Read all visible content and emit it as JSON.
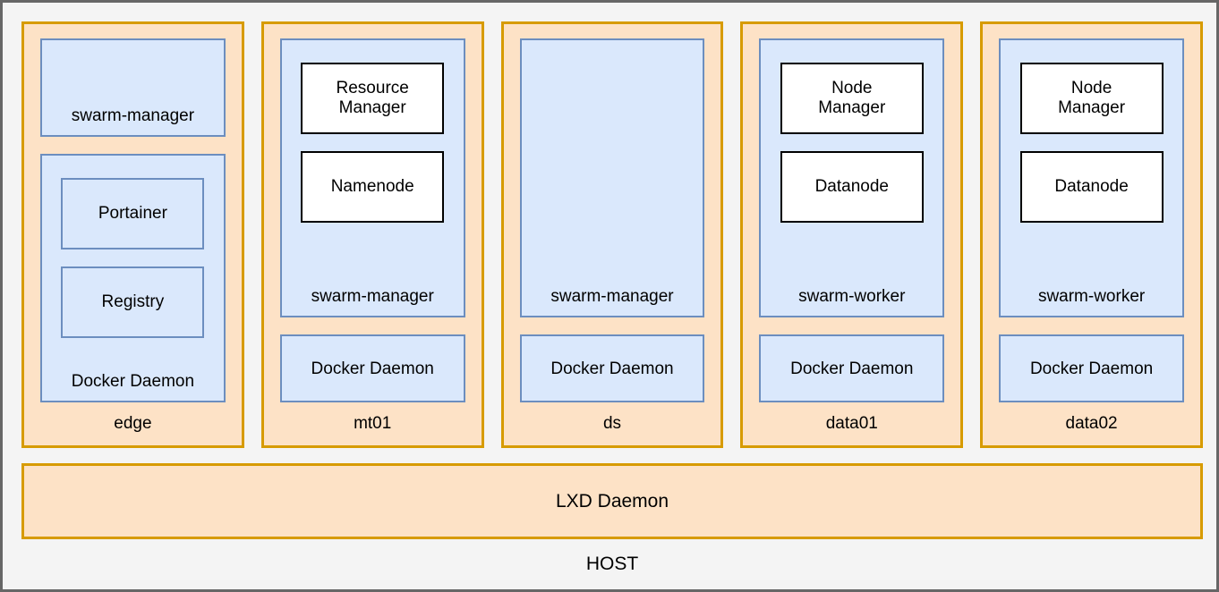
{
  "diagram": {
    "type": "architecture-layers",
    "host_label": "HOST",
    "lxd_daemon_label": "LXD Daemon",
    "colors": {
      "container_border": "#d79b00",
      "container_fill": "#fde2c6",
      "node_border": "#6c8ebf",
      "node_fill": "#dae8fc",
      "service_border": "#000000",
      "service_fill": "#ffffff",
      "host_border": "#666666",
      "host_fill": "#f4f4f4"
    },
    "containers": [
      {
        "name": "edge",
        "top_node": {
          "label": "swarm-manager",
          "services": []
        },
        "bottom_node": {
          "label": "Docker Daemon",
          "services": [
            {
              "label": "Portainer",
              "style": "blue"
            },
            {
              "label": "Registry",
              "style": "blue"
            }
          ]
        }
      },
      {
        "name": "mt01",
        "node": {
          "label": "swarm-manager",
          "services": [
            {
              "label": "Resource\nManager",
              "style": "white"
            },
            {
              "label": "Namenode",
              "style": "white"
            }
          ]
        },
        "daemon_label": "Docker Daemon"
      },
      {
        "name": "ds",
        "node": {
          "label": "swarm-manager",
          "services": []
        },
        "daemon_label": "Docker Daemon"
      },
      {
        "name": "data01",
        "node": {
          "label": "swarm-worker",
          "services": [
            {
              "label": "Node\nManager",
              "style": "white"
            },
            {
              "label": "Datanode",
              "style": "white"
            }
          ]
        },
        "daemon_label": "Docker Daemon"
      },
      {
        "name": "data02",
        "node": {
          "label": "swarm-worker",
          "services": [
            {
              "label": "Node\nManager",
              "style": "white"
            },
            {
              "label": "Datanode",
              "style": "white"
            }
          ]
        },
        "daemon_label": "Docker Daemon"
      }
    ]
  }
}
